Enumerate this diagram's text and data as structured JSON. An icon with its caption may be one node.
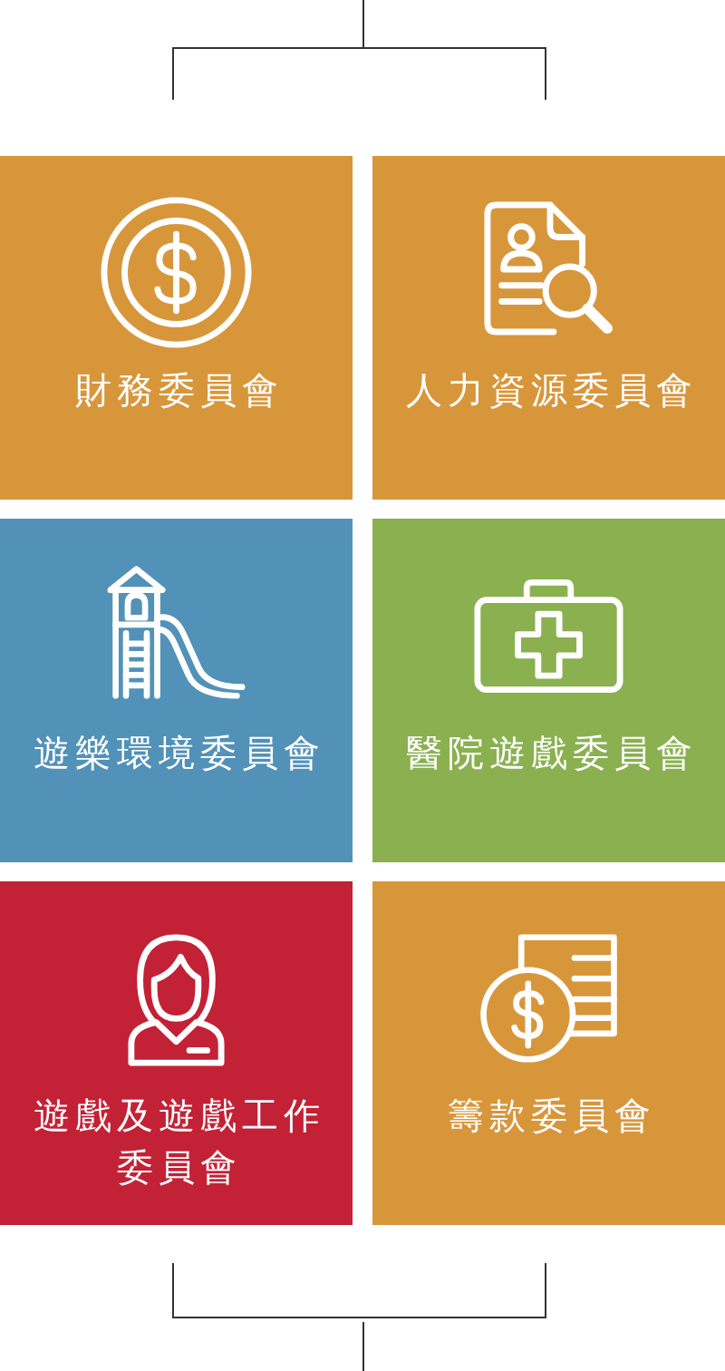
{
  "diagram": {
    "nodes": [
      {
        "text": [
          "財務委員會"
        ]
      },
      {
        "text": [
          "人力資源委員會"
        ]
      },
      {
        "text": [
          "遊樂環境委員會"
        ]
      },
      {
        "text": [
          "醫院遊戲委員會"
        ]
      },
      {
        "text": [
          "遊戲及遊戲工作委員會"
        ]
      },
      {
        "text": [
          "籌款委員會"
        ]
      }
    ]
  }
}
